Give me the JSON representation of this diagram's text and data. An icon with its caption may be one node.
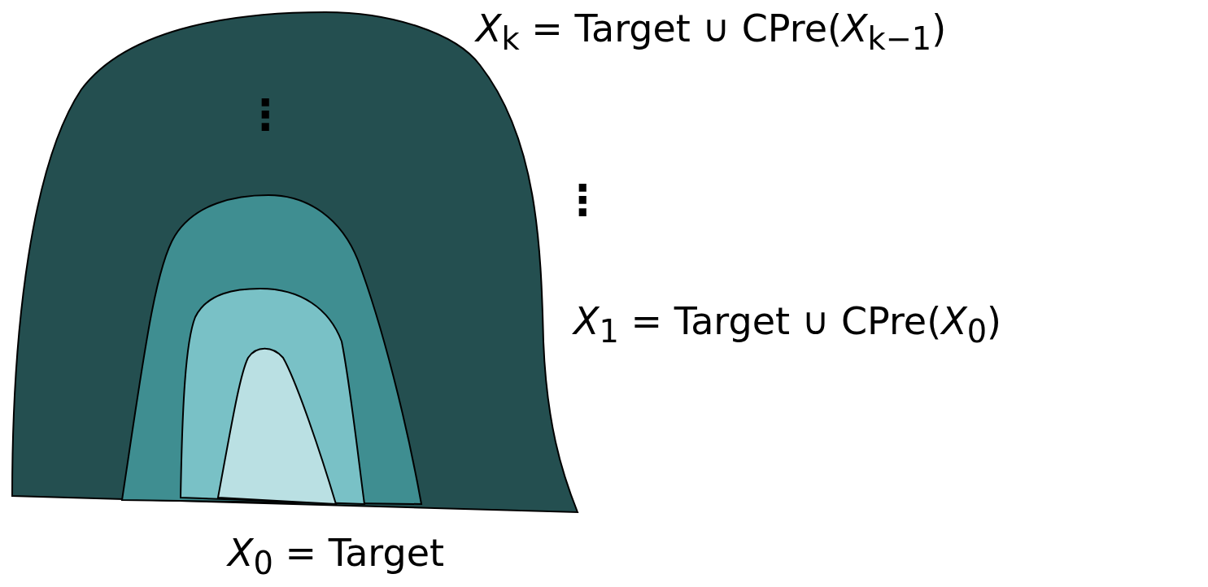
{
  "diagram": {
    "labels": [
      "*X*$_{k}$ = Target ∪ CPre(*X*$_{k−1}$)",
      "⋮",
      "⋮",
      "*X*$_{1}$ = Target ∪ CPre(*X*$_{0}$)",
      "*X*$_{0}$ = Target"
    ]
  }
}
